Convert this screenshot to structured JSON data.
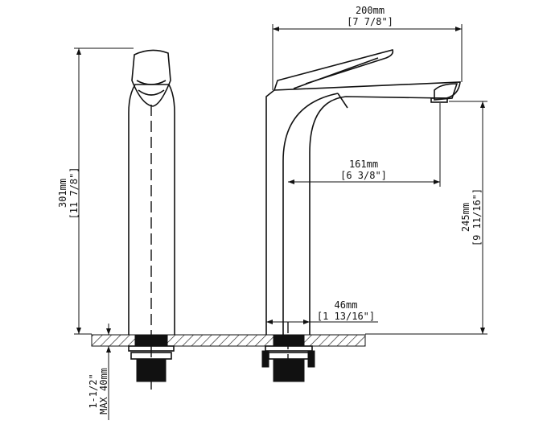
{
  "dimensions": {
    "overall_width": {
      "metric": "200mm",
      "imperial": "[7 7/8\"]"
    },
    "spout_reach": {
      "metric": "161mm",
      "imperial": "[6 3/8\"]"
    },
    "spout_height": {
      "metric": "245mm",
      "imperial": "[9 11/16\"]"
    },
    "base_diameter": {
      "metric": "46mm",
      "imperial": "[1 13/16\"]"
    },
    "overall_height": {
      "metric": "301mm",
      "imperial": "[11 7/8\"]"
    },
    "max_deck": {
      "imperial": "1-1/2\"",
      "metric": "MAX 40mm"
    }
  }
}
